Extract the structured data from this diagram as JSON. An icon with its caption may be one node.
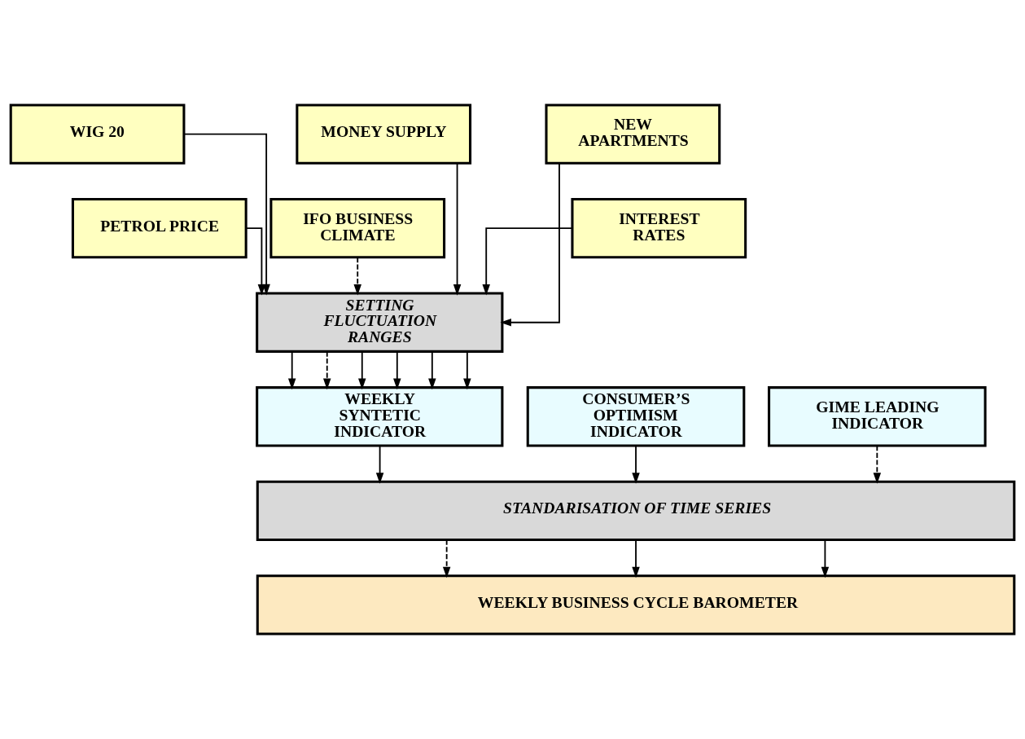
{
  "diagram": {
    "nodes": [
      {
        "text": [
          "WIG 20"
        ]
      },
      {
        "text": [
          "MONEY SUPPLY"
        ]
      },
      {
        "text": [
          "NEW APARTMENTS"
        ]
      },
      {
        "text": [
          "PETROL PRICE"
        ]
      },
      {
        "text": [
          "IFO BUSINESS CLIMATE"
        ]
      },
      {
        "text": [
          "INTEREST RATES"
        ]
      },
      {
        "text": [
          "SETTING FLUCTUATION RANGES"
        ]
      },
      {
        "text": [
          "GIME LEADING INDICATOR"
        ]
      },
      {
        "text": [
          "CONSUMER’S OPTIMISM INDICATOR"
        ]
      },
      {
        "text": [
          "WEEKLY SYNTETIC INDICATOR"
        ]
      },
      {
        "text": [
          "STANDARISATION OF TIME SERIES"
        ]
      },
      {
        "text": [
          "WEEKLY BUSINESS CYCLE BAROMETER"
        ]
      }
    ],
    "edges": [
      {
        "from": 3,
        "to": 6,
        "arrow": "to"
      },
      {
        "from": 4,
        "to": 6,
        "arrow": "to",
        "style": "dashed"
      },
      {
        "from": 5,
        "to": 6,
        "arrow": "to"
      },
      {
        "from": 2,
        "to": 6,
        "arrow": "to"
      },
      {
        "from": 1,
        "to": 6,
        "arrow": "to"
      },
      {
        "from": 0,
        "to": 6,
        "arrow": "to"
      },
      {
        "from": 6,
        "to": 9,
        "arrow": "to"
      },
      {
        "from": 6,
        "to": 9,
        "arrow": "to",
        "style": "dashed"
      },
      {
        "from": 6,
        "to": 9,
        "arrow": "to"
      },
      {
        "from": 6,
        "to": 9,
        "arrow": "to"
      },
      {
        "from": 6,
        "to": 9,
        "arrow": "to"
      },
      {
        "from": 6,
        "to": 9,
        "arrow": "to"
      },
      {
        "from": 7,
        "to": 10,
        "arrow": "to",
        "style": "dashed"
      },
      {
        "from": 8,
        "to": 10,
        "arrow": "to"
      },
      {
        "from": 9,
        "to": 10,
        "arrow": "to"
      },
      {
        "from": 10,
        "to": 11,
        "arrow": "to",
        "style": "dashed"
      },
      {
        "from": 10,
        "to": 11,
        "arrow": "to"
      },
      {
        "from": 10,
        "to": 11,
        "arrow": "to"
      }
    ]
  }
}
